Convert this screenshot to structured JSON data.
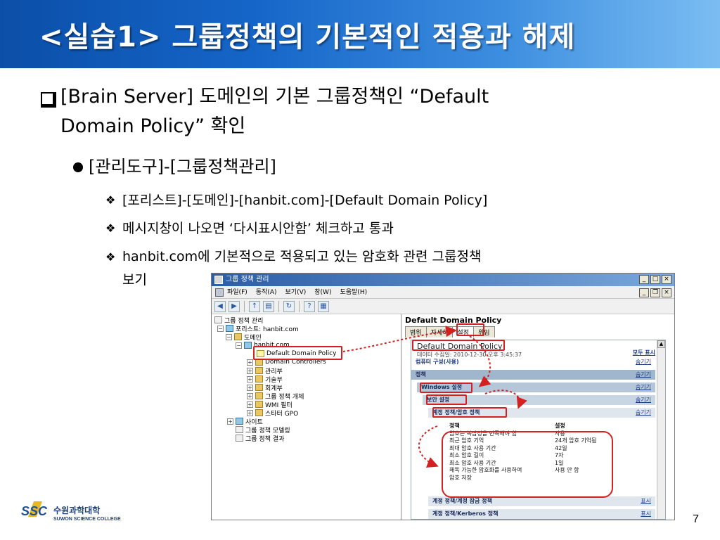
{
  "slide": {
    "title": "<실습1> 그룹정책의 기본적인 적용과 해제",
    "page_number": "7"
  },
  "bullets": {
    "b1_line1": "[Brain Server] 도메인의 기본 그룹정책인 “Default",
    "b1_line2": "Domain Policy” 확인",
    "b2": "[관리도구]-[그룹정책관리]",
    "b3": "[포리스트]-[도메인]-[hanbit.com]-[Default Domain Policy]",
    "b4": "메시지창이 나오면 ‘다시표시안함’ 체크하고 통과",
    "b5_line1": "hanbit.com에 기본적으로 적용되고 있는 암호화 관련 그룹정책",
    "b5_line2": "보기"
  },
  "window": {
    "title": "그룹 정책 관리",
    "menu": [
      "파일(F)",
      "동작(A)",
      "보기(V)",
      "창(W)",
      "도움말(H)"
    ],
    "tree": [
      {
        "label": "그룹 정책 관리",
        "indent": 0
      },
      {
        "label": "포리스트: hanbit.com",
        "indent": 1
      },
      {
        "label": "도메인",
        "indent": 2
      },
      {
        "label": "hanbit.com",
        "indent": 3
      },
      {
        "label": "Default Domain Policy",
        "indent": 4
      },
      {
        "label": "Domain Controllers",
        "indent": 4
      },
      {
        "label": "관리부",
        "indent": 4
      },
      {
        "label": "기술부",
        "indent": 4
      },
      {
        "label": "회계부",
        "indent": 4
      },
      {
        "label": "그룹 정책 개체",
        "indent": 4
      },
      {
        "label": "WMI 필터",
        "indent": 4
      },
      {
        "label": "스타터 GPO",
        "indent": 4
      },
      {
        "label": "사이트",
        "indent": 1
      },
      {
        "label": "그룹 정책 모델링",
        "indent": 1
      },
      {
        "label": "그룹 정책 결과",
        "indent": 1
      }
    ],
    "right_title": "Default Domain Policy",
    "tabs": [
      "범위",
      "자세히",
      "설정",
      "위임"
    ],
    "report_title": "Default Domain Policy",
    "report_date": "데이터 수집일: 2010-12-30 오후 3:45:37",
    "show_all": "모두 표시",
    "sections": [
      {
        "label": "컴퓨터 구성(사용)",
        "link": "숨기기"
      },
      {
        "label": "정책",
        "link": "숨기기"
      },
      {
        "label": "Windows 설정",
        "link": "숨기기"
      },
      {
        "label": "보안 설정",
        "link": "숨기기"
      },
      {
        "label": "계정 정책/암호 정책",
        "link": "숨기기"
      }
    ],
    "table_header": {
      "policy": "정책",
      "setting": "설정"
    },
    "table_rows": [
      {
        "policy": "암호는 복잡성을 만족해야 함",
        "setting": "사용"
      },
      {
        "policy": "최근 암호 기억",
        "setting": "24개 암호 기억됨"
      },
      {
        "policy": "최대 암호 사용 기간",
        "setting": "42일"
      },
      {
        "policy": "최소 암호 길이",
        "setting": "7자"
      },
      {
        "policy": "최소 암호 사용 기간",
        "setting": "1일"
      },
      {
        "policy": "해독 가능한 암호화를 사용하여",
        "setting": "사용 안 함"
      },
      {
        "policy": "암호 저장",
        "setting": ""
      }
    ],
    "bottom_sections": [
      {
        "label": "계정 정책/계정 잠금 정책",
        "link": "표시"
      },
      {
        "label": "계정 정책/Kerberos 정책",
        "link": "표시"
      }
    ]
  },
  "logo": {
    "mark": "SSC",
    "korean": "수원과학대학",
    "english": "SUWON SCIENCE COLLEGE"
  },
  "colors": {
    "title_gradient_start": "#0b4fa8",
    "title_gradient_end": "#7bbdf2",
    "annotation_red": "#d42020"
  }
}
